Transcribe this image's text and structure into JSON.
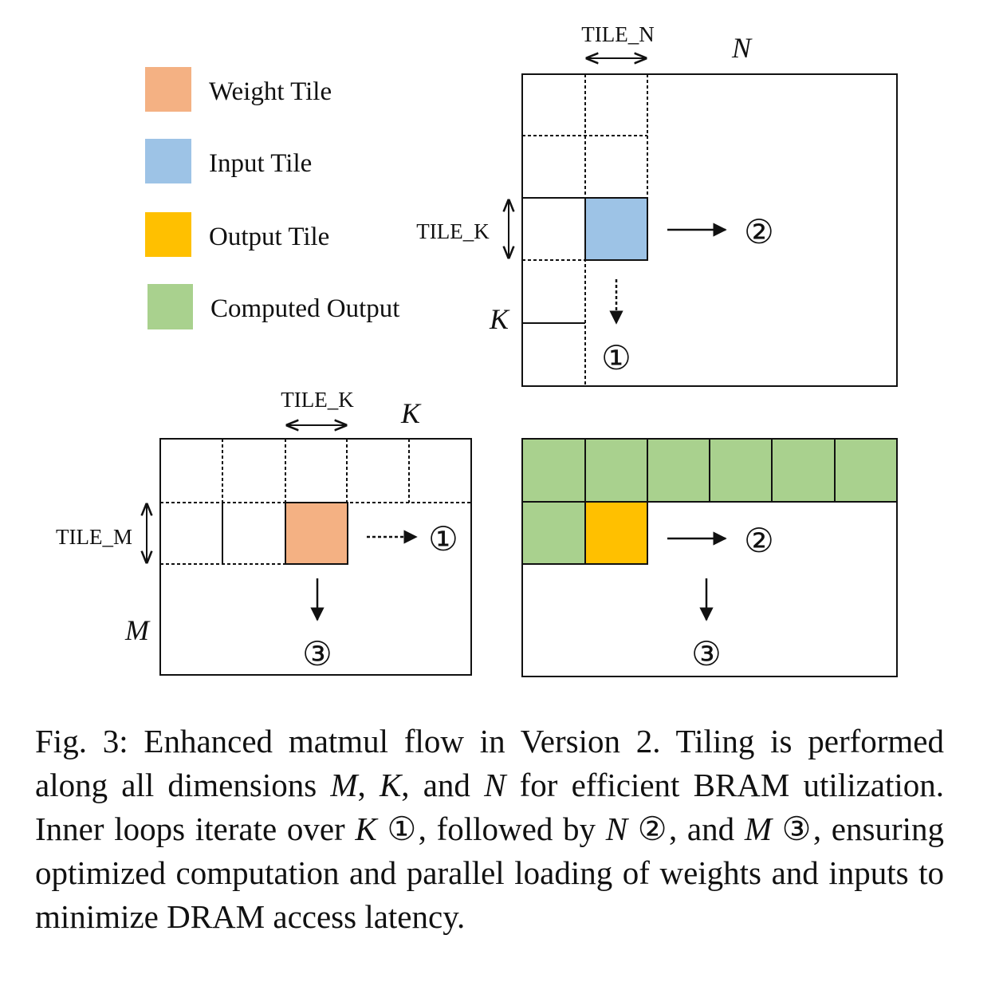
{
  "legend": [
    {
      "label": "Weight Tile",
      "color": "#f4b183"
    },
    {
      "label": "Input Tile",
      "color": "#9dc3e6"
    },
    {
      "label": "Output Tile",
      "color": "#ffc000"
    },
    {
      "label": "Computed Output",
      "color": "#a9d18e"
    }
  ],
  "input_matrix": {
    "tile_n_label": "TILE_N",
    "n_label": "N",
    "tile_k_label": "TILE_K",
    "k_label": "K",
    "step_k": "①",
    "step_n": "②"
  },
  "weight_matrix": {
    "tile_k_label": "TILE_K",
    "k_label": "K",
    "tile_m_label": "TILE_M",
    "m_label": "M",
    "step_k": "①",
    "step_m": "③"
  },
  "output_matrix": {
    "step_n": "②",
    "step_m": "③"
  },
  "caption": {
    "p1": "Fig. 3: Enhanced matmul flow in Version 2. Tiling is per­formed along all dimensions ",
    "M1": "M",
    "p2": ", ",
    "K1": "K",
    "p3": ", and ",
    "N1": "N",
    "p4": " for efficient BRAM utilization. Inner loops iterate over ",
    "K2": "K",
    "c1": " ①",
    "p5": ", followed by ",
    "N2": "N",
    "c2": " ②",
    "p6": ", and ",
    "M2": "M",
    "c3": " ③",
    "p7": ", ensuring optimized computation and parallel loading of weights and inputs to minimize DRAM access latency."
  }
}
